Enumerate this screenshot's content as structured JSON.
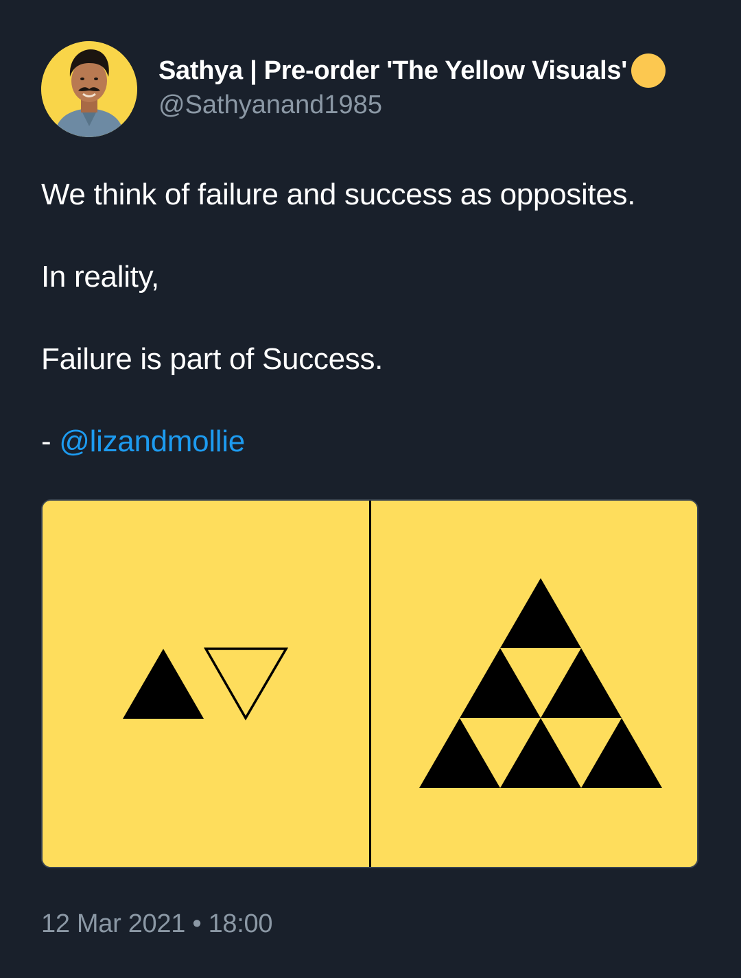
{
  "author": {
    "display_name": "Sathya | Pre-order 'The Yellow Visuals'",
    "badge_icon": "yellow-circle-icon",
    "badge_color": "#fcc850",
    "handle": "@Sathyanand1985",
    "avatar_icon": "profile-photo"
  },
  "tweet": {
    "line1": "We think of failure and success as opposites.",
    "line2": "In reality,",
    "line3": "Failure is part of Success.",
    "attribution_prefix": "- ",
    "mention": "@lizandmollie"
  },
  "media": {
    "background_color": "#fedd5c",
    "left_panel": "failure-success-separate-triangles",
    "right_panel": "success-triangle-composed-of-triangles"
  },
  "meta": {
    "date": "12 Mar 2021",
    "separator": " • ",
    "time": "18:00"
  },
  "colors": {
    "background": "#19202b",
    "text": "#ffffff",
    "secondary_text": "#8b98a5",
    "link": "#1d9bf0"
  }
}
